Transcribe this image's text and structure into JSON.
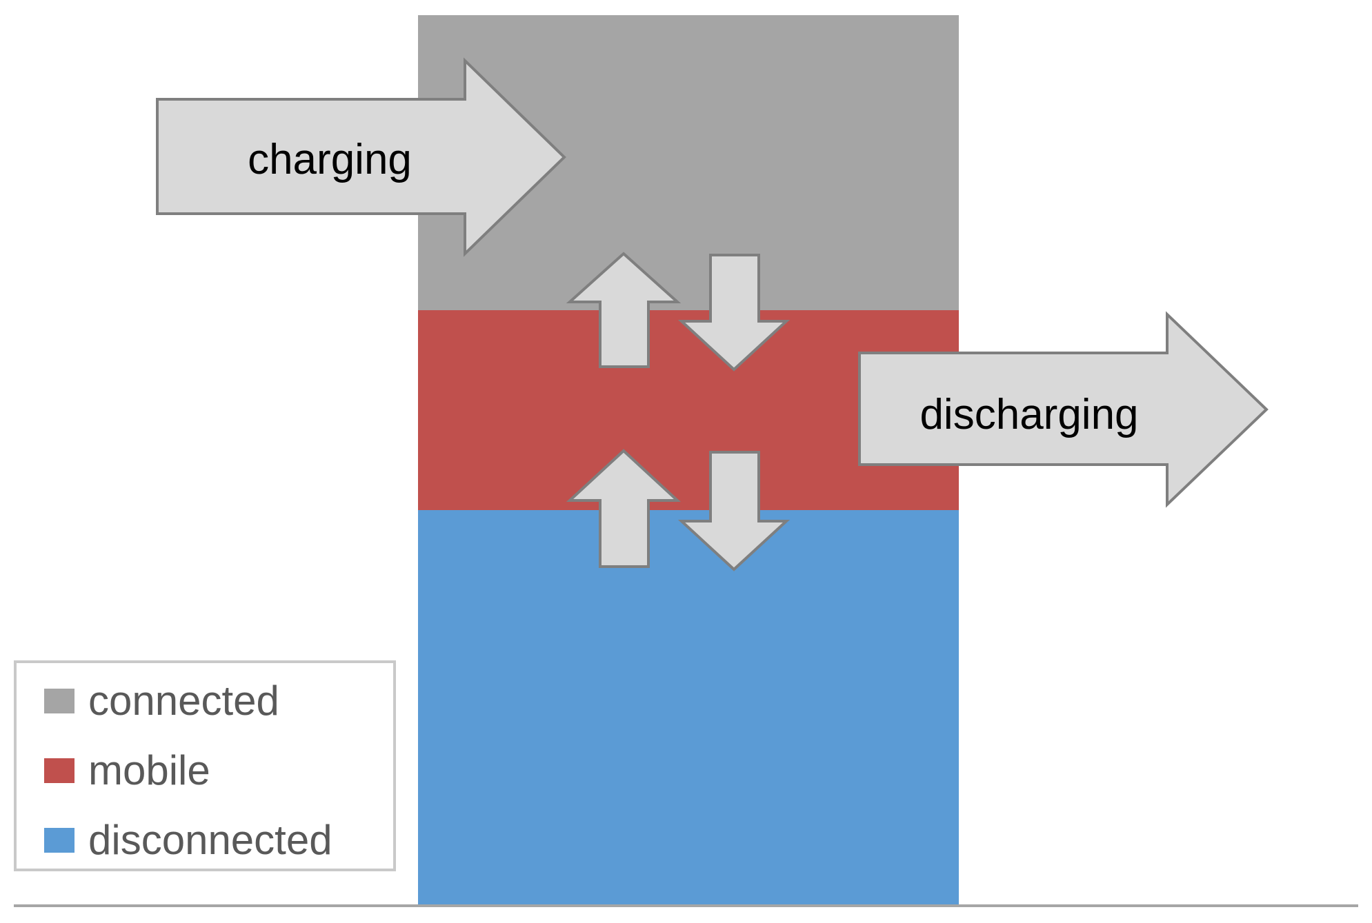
{
  "diagram": {
    "arrows": {
      "charging_label": "charging",
      "discharging_label": "discharging"
    },
    "legend": {
      "items": [
        {
          "label": "connected",
          "color": "#a5a5a5"
        },
        {
          "label": "mobile",
          "color": "#c0504d"
        },
        {
          "label": "disconnected",
          "color": "#5b9bd5"
        }
      ]
    },
    "colors": {
      "connected": "#a5a5a5",
      "mobile": "#c0504d",
      "disconnected": "#5b9bd5",
      "arrow_fill": "#d9d9d9",
      "arrow_stroke": "#7f7f7f",
      "baseline": "#a6a6a6"
    }
  }
}
